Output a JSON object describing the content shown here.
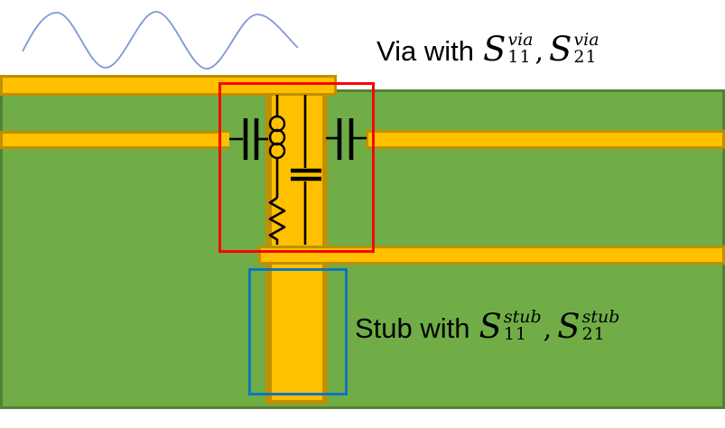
{
  "colors": {
    "board-green": "#70AD47",
    "board-green-border": "#538135",
    "copper-yellow": "#FFC000",
    "copper-border": "#BF9000",
    "via-box-red": "#FF0000",
    "stub-box-blue": "#0E76BC",
    "wave-blue": "#7E99D6",
    "circuit-black": "#000000",
    "text-black": "#000000"
  },
  "labels": {
    "via": {
      "prefix": "Via with",
      "comma": ",",
      "terms": [
        {
          "base": "S",
          "sup": "via",
          "sub": "11"
        },
        {
          "base": "S",
          "sup": "via",
          "sub": "21"
        }
      ]
    },
    "stub": {
      "prefix": "Stub with",
      "comma": ",",
      "terms": [
        {
          "base": "S",
          "sup": "stub",
          "sub": "11"
        },
        {
          "base": "S",
          "sup": "stub",
          "sub": "21"
        }
      ]
    }
  },
  "components": {
    "signal-wave": "sine-wave",
    "pcb-substrate": "green-dielectric-board",
    "via-barrel": "copper-via-barrel",
    "traces": [
      "top-trace",
      "left-signal-trace",
      "right-signal-trace",
      "lower-signal-trace"
    ],
    "via-equivalent-circuit": [
      "series-capacitor-left",
      "inductor",
      "resistor",
      "shunt-capacitor",
      "series-capacitor-right"
    ],
    "via-model-box": "red-outline",
    "stub-box": "blue-outline"
  }
}
